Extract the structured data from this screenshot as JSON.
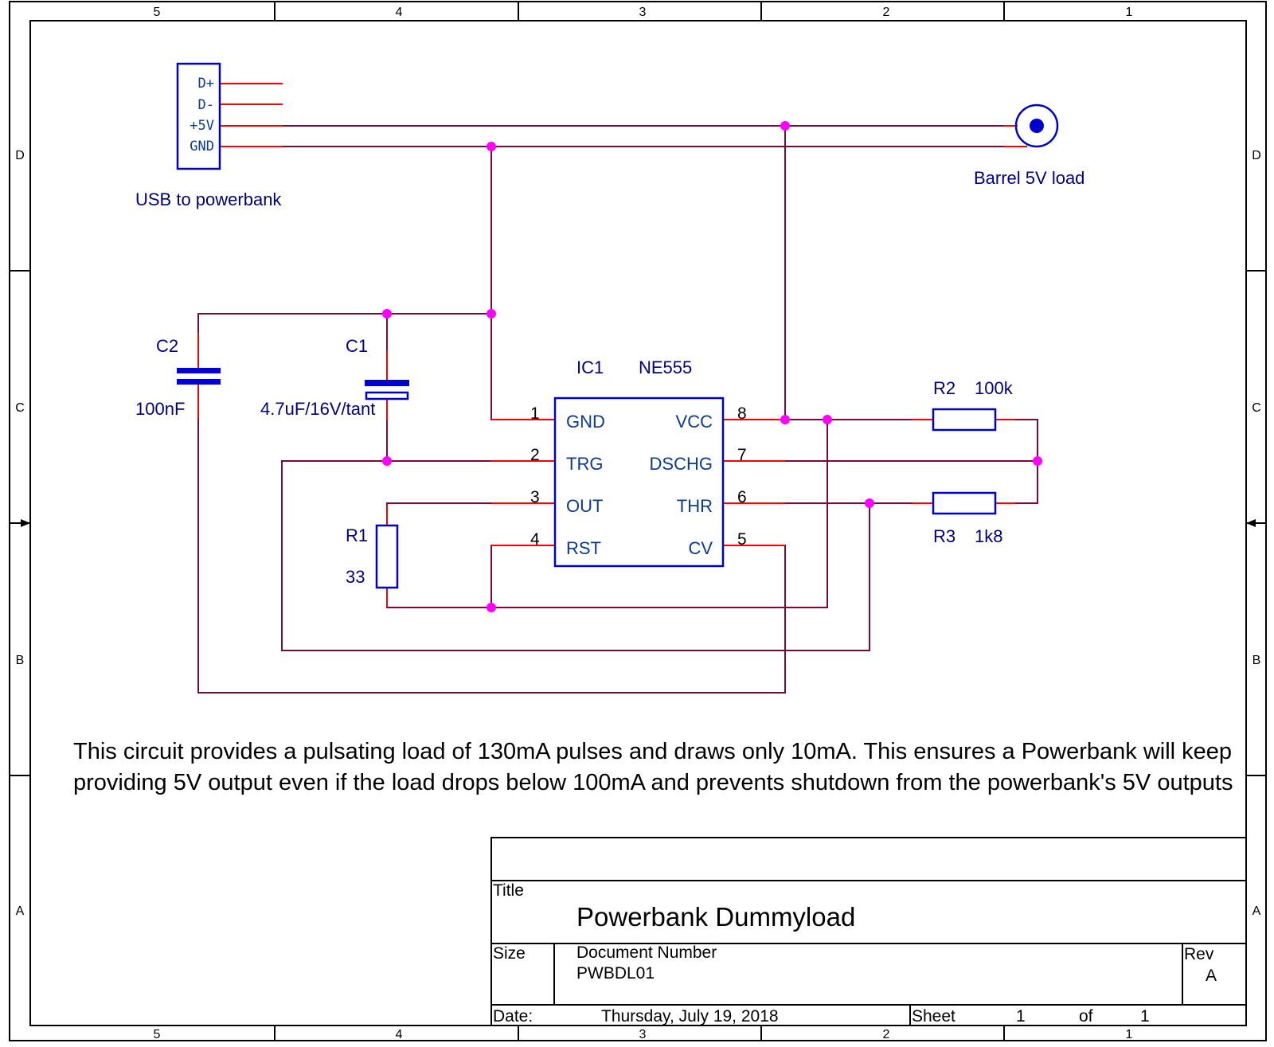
{
  "border": {
    "columns": [
      "5",
      "4",
      "3",
      "2",
      "1"
    ],
    "rows": [
      "D",
      "C",
      "B",
      "A"
    ]
  },
  "components": {
    "usb": {
      "pins": [
        "D+",
        "D-",
        "+5V",
        "GND"
      ],
      "label": "USB to powerbank"
    },
    "barrel": {
      "label": "Barrel 5V load"
    },
    "c2": {
      "ref": "C2",
      "value": "100nF"
    },
    "c1": {
      "ref": "C1",
      "value": "4.7uF/16V/tant"
    },
    "r1": {
      "ref": "R1",
      "value": "33"
    },
    "r2": {
      "ref": "R2",
      "value": "100k"
    },
    "r3": {
      "ref": "R3",
      "value": "1k8"
    },
    "ic1": {
      "ref": "IC1",
      "value": "NE555",
      "left_pins": [
        {
          "num": "1",
          "name": "GND"
        },
        {
          "num": "2",
          "name": "TRG"
        },
        {
          "num": "3",
          "name": "OUT"
        },
        {
          "num": "4",
          "name": "RST"
        }
      ],
      "right_pins": [
        {
          "num": "8",
          "name": "VCC"
        },
        {
          "num": "7",
          "name": "DSCHG"
        },
        {
          "num": "6",
          "name": "THR"
        },
        {
          "num": "5",
          "name": "CV"
        }
      ]
    }
  },
  "note": {
    "line1": "This circuit provides a pulsating load of 130mA pulses and draws only 10mA. This ensures a Powerbank will keep",
    "line2": "providing 5V output even if the load drops below 100mA and prevents shutdown from the powerbank's 5V outputs"
  },
  "title_block": {
    "title_label": "Title",
    "title": "Powerbank Dummyload",
    "size_label": "Size",
    "docnum_label": "Document Number",
    "docnum": "PWBDL01",
    "rev_label": "Rev",
    "rev": "A",
    "date_label": "Date:",
    "date": "Thursday, July 19, 2018",
    "sheet_label": "Sheet",
    "sheet": "1",
    "of_label": "of",
    "sheet_total": "1"
  },
  "colors": {
    "wire": "#7a0a3a",
    "pin": "#ff0000",
    "component": "#0000cc",
    "junction": "#ff00ff",
    "label": "#00007f"
  }
}
